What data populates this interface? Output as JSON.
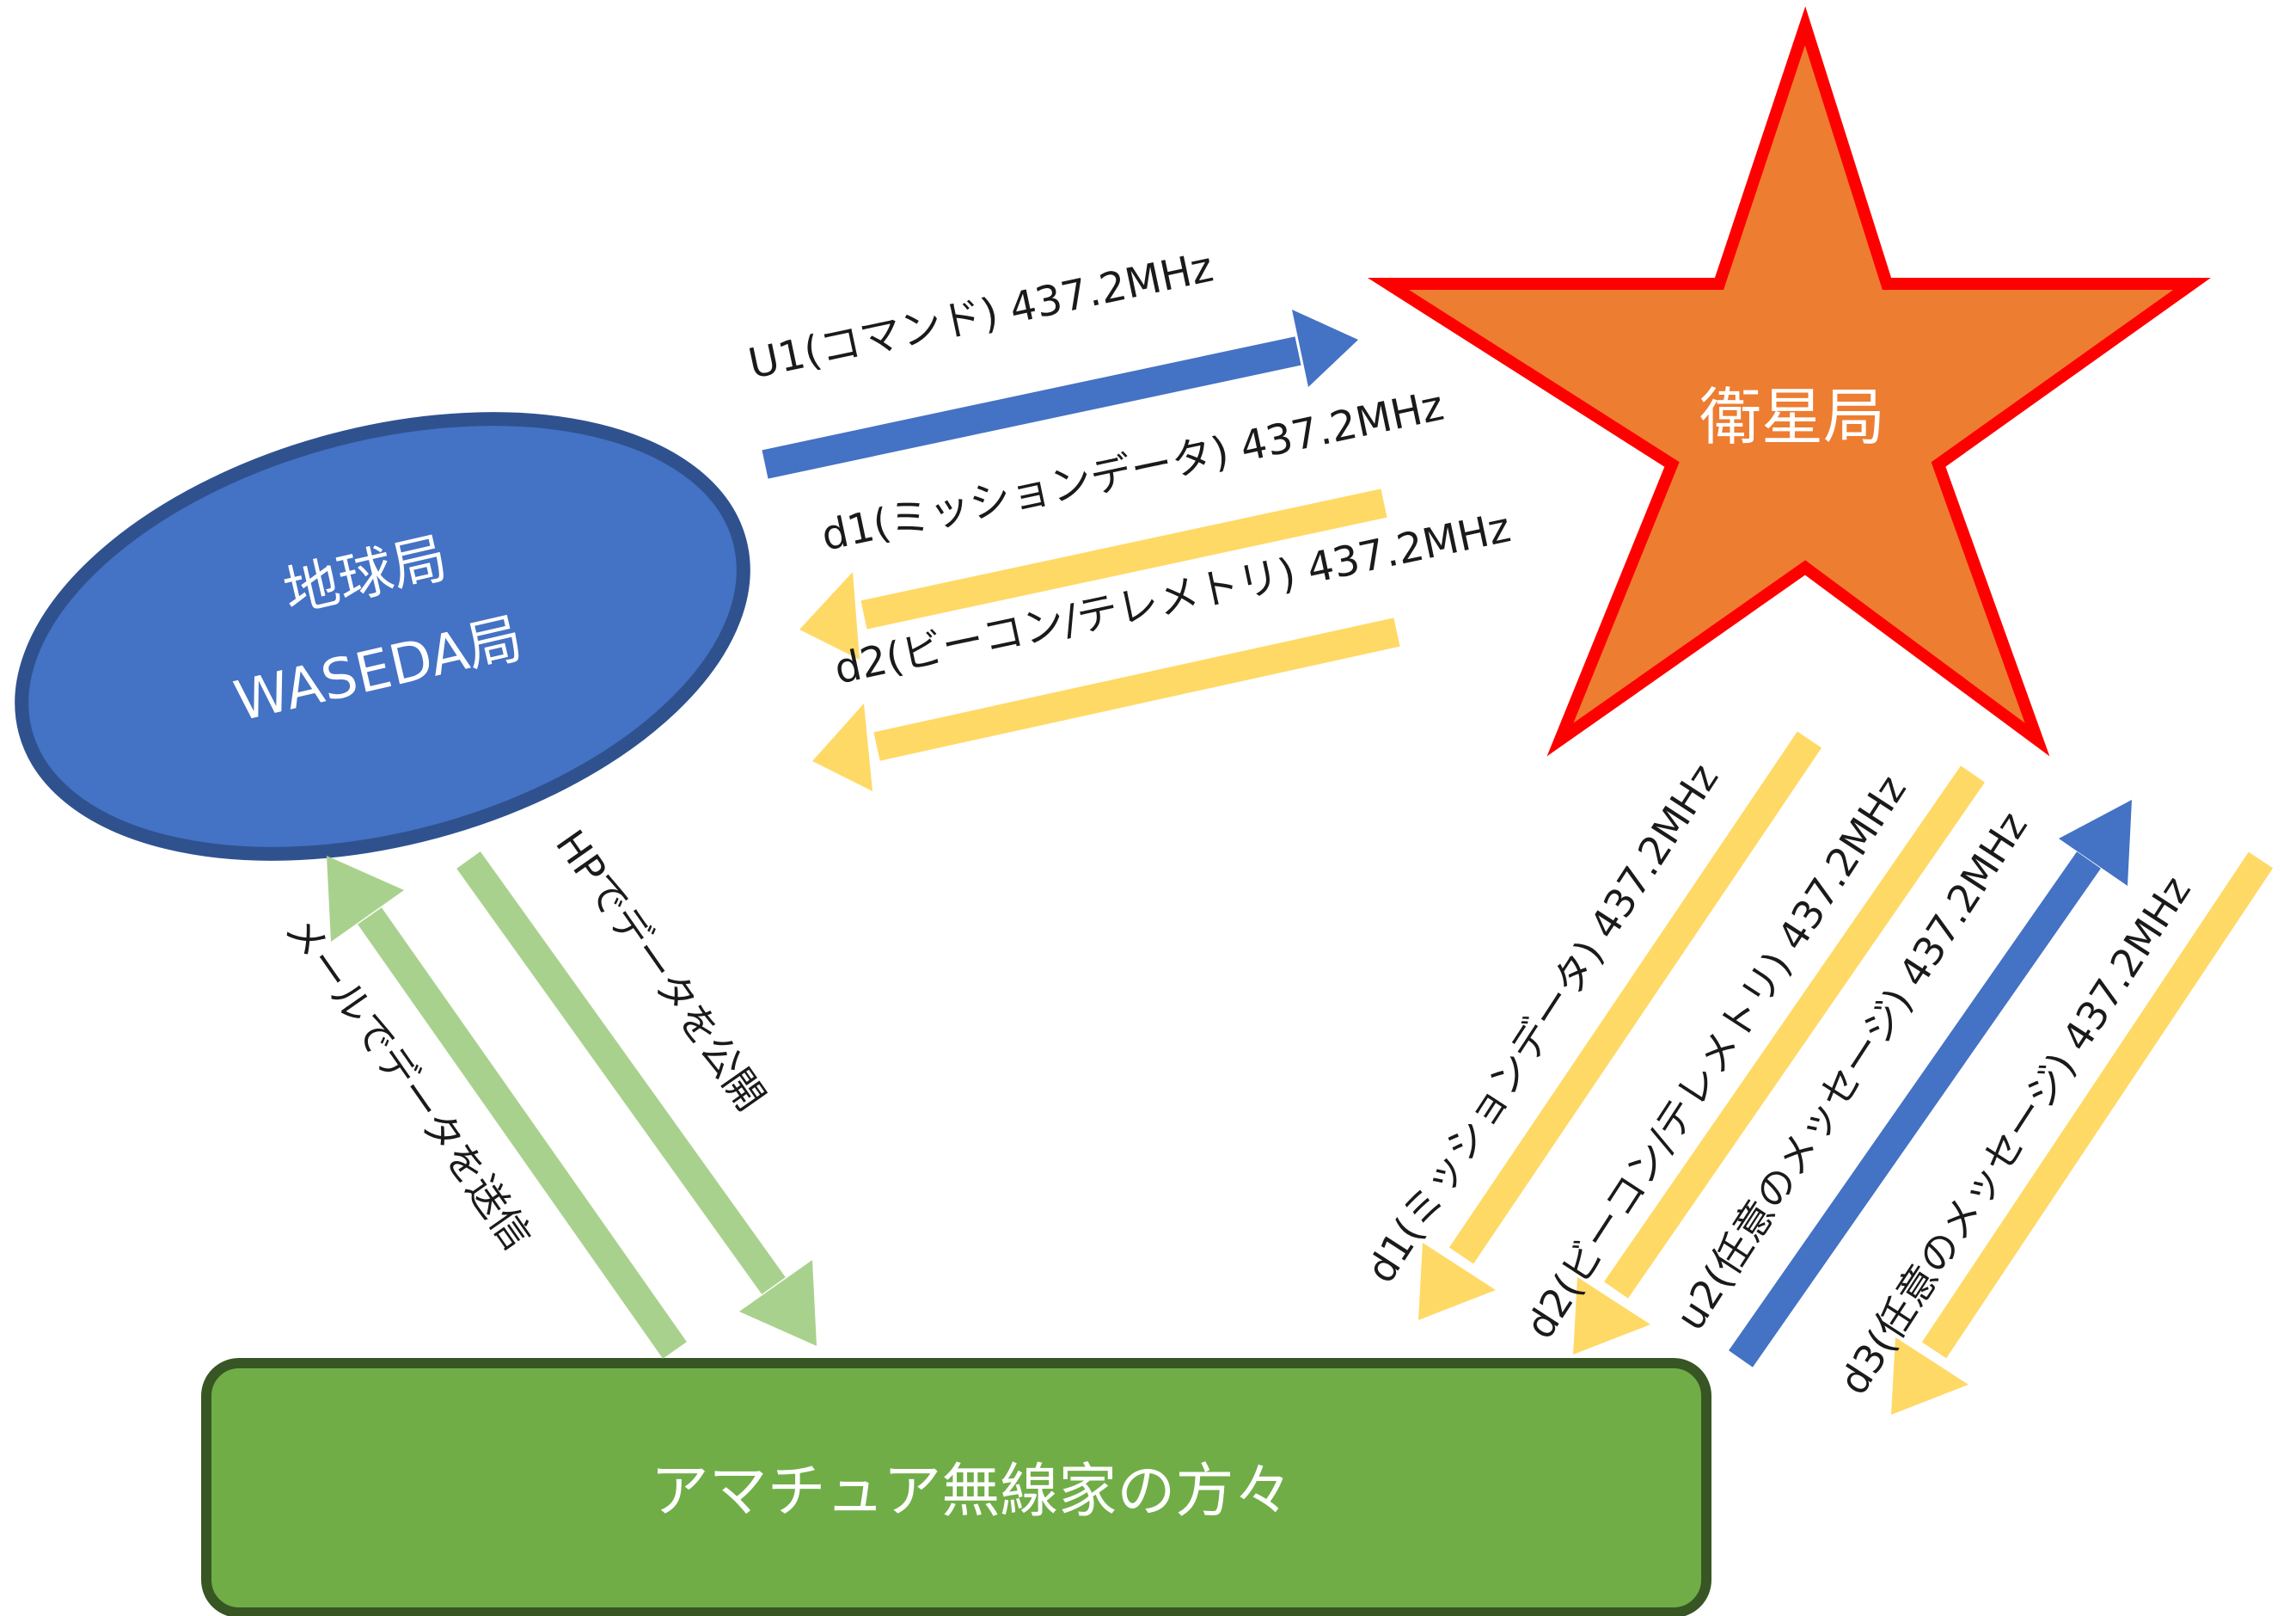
{
  "nodes": {
    "ground": {
      "line1": "地球局",
      "line2": "WASEDA局",
      "color": "#4472c4"
    },
    "satellite": {
      "label": "衛星局",
      "color": "#ed7d31",
      "outline": "#ff0000"
    },
    "amateur": {
      "label": "アマチュア無線家の方々",
      "color": "#70ad47"
    }
  },
  "links": {
    "u1": "U1(コマンド) 437.2MHz",
    "d1": "d1(ミッションデータ) 437.2MHz",
    "d2": "d2(ビーコン/テレメトリ) 437.2MHz",
    "mail": "メールでデータを送信",
    "hp": "HPでデータを公開",
    "d1_amateur": "d1(ミッションデータ) 437.2MHz",
    "d2_amateur": "d2(ビーコン/テレメトリ) 437.2MHz",
    "u2": "u2(任意のメッセージ) 437.2MHz",
    "d3": "d3(任意のメッセージ) 437.2MHz"
  },
  "colors": {
    "uplink": "#4472c4",
    "downlink": "#ffd966",
    "web": "#a9d18e"
  }
}
